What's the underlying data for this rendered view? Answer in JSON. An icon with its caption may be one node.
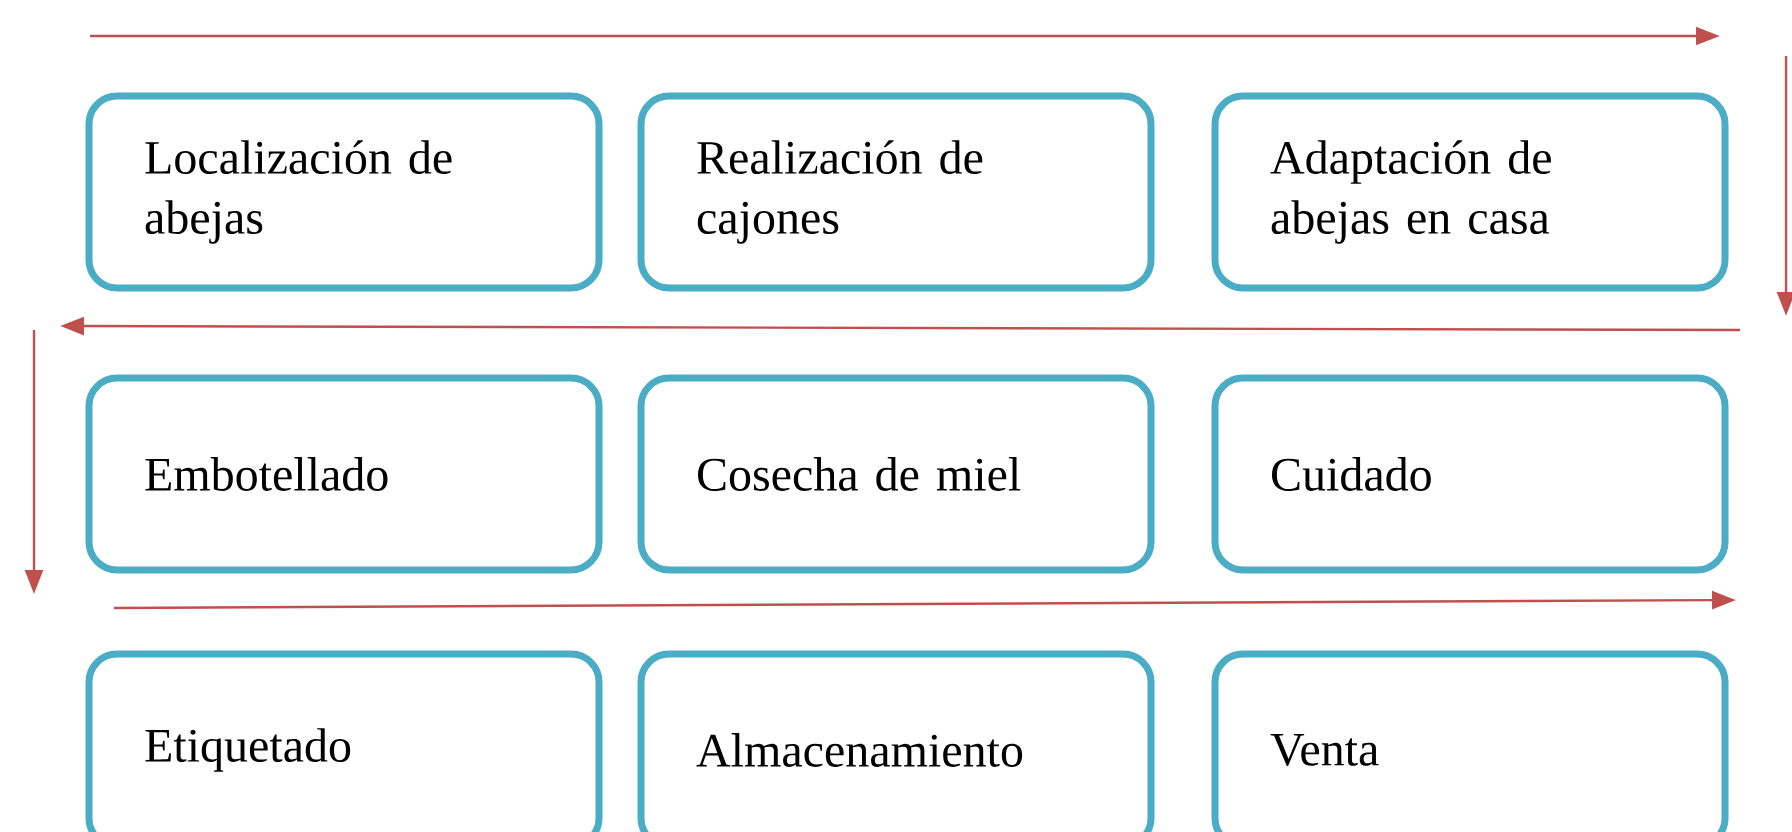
{
  "diagram": {
    "nodes": [
      {
        "text": [
          "Localización de abejas"
        ]
      },
      {
        "text": [
          "Realización de cajones"
        ]
      },
      {
        "text": [
          "Adaptación de abejas en casa"
        ]
      },
      {
        "text": [
          "Embotellado"
        ]
      },
      {
        "text": [
          "Cosecha de miel"
        ]
      },
      {
        "text": [
          "Cuidado"
        ]
      },
      {
        "text": [
          "Etiquetado"
        ]
      },
      {
        "text": [
          "Almacenamiento"
        ]
      },
      {
        "text": [
          "Venta"
        ]
      }
    ]
  }
}
